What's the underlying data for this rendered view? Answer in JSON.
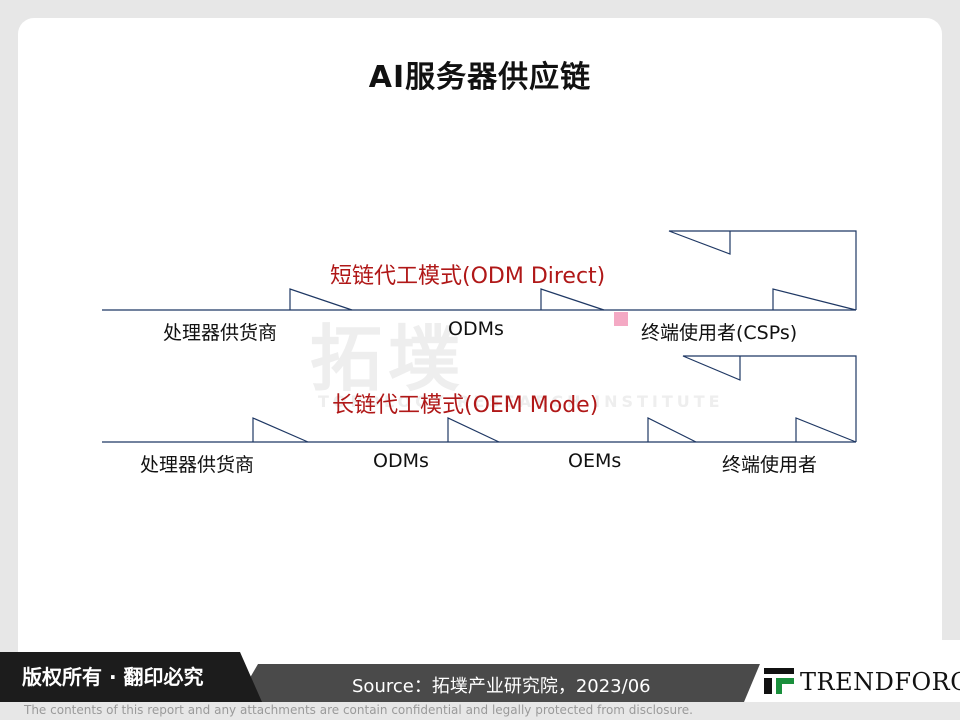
{
  "title": "AI服务器供应链",
  "watermark": {
    "main": "拓墣",
    "sub": "TOPOLOGY RESEARCH INSTITUTE"
  },
  "short_chain": {
    "label": "短链代工模式(ODM Direct)",
    "stages": [
      "处理器供货商",
      "ODMs",
      "终端使用者(CSPs)"
    ]
  },
  "long_chain": {
    "label": "长链代工模式(OEM Mode)",
    "stages": [
      "处理器供货商",
      "ODMs",
      "OEMs",
      "终端使用者"
    ]
  },
  "footer": {
    "copyright": "版权所有 · 翻印必究",
    "source": "Source：拓墣产业研究院，2023/06",
    "logo": "TRENDFORCE",
    "disclaimer": "The contents of this report and any attachments are contain confidential and legally protected from disclosure."
  },
  "colors": {
    "line": "#1f3864",
    "accent_red": "#b01818",
    "footer_dark": "#1c1c1c",
    "footer_gray": "#4a4a4a"
  }
}
